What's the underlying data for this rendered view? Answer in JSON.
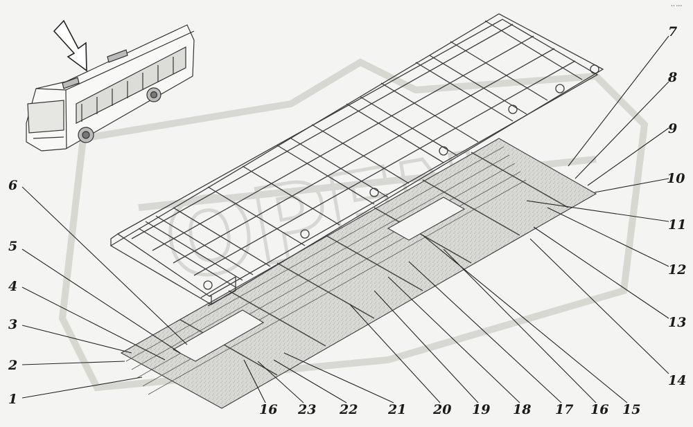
{
  "figure": {
    "corner_mark": "•• •••",
    "callouts": [
      "1",
      "2",
      "3",
      "4",
      "5",
      "6",
      "7",
      "8",
      "9",
      "10",
      "11",
      "12",
      "13",
      "14",
      "15",
      "16",
      "17",
      "18",
      "19",
      "20",
      "21",
      "22",
      "23",
      "16"
    ],
    "colors": {
      "background": "#f4f4f2",
      "line": "#3a3a3a",
      "insulation_fill": "#d8d8d4",
      "watermark": "#cfcfcb"
    }
  }
}
